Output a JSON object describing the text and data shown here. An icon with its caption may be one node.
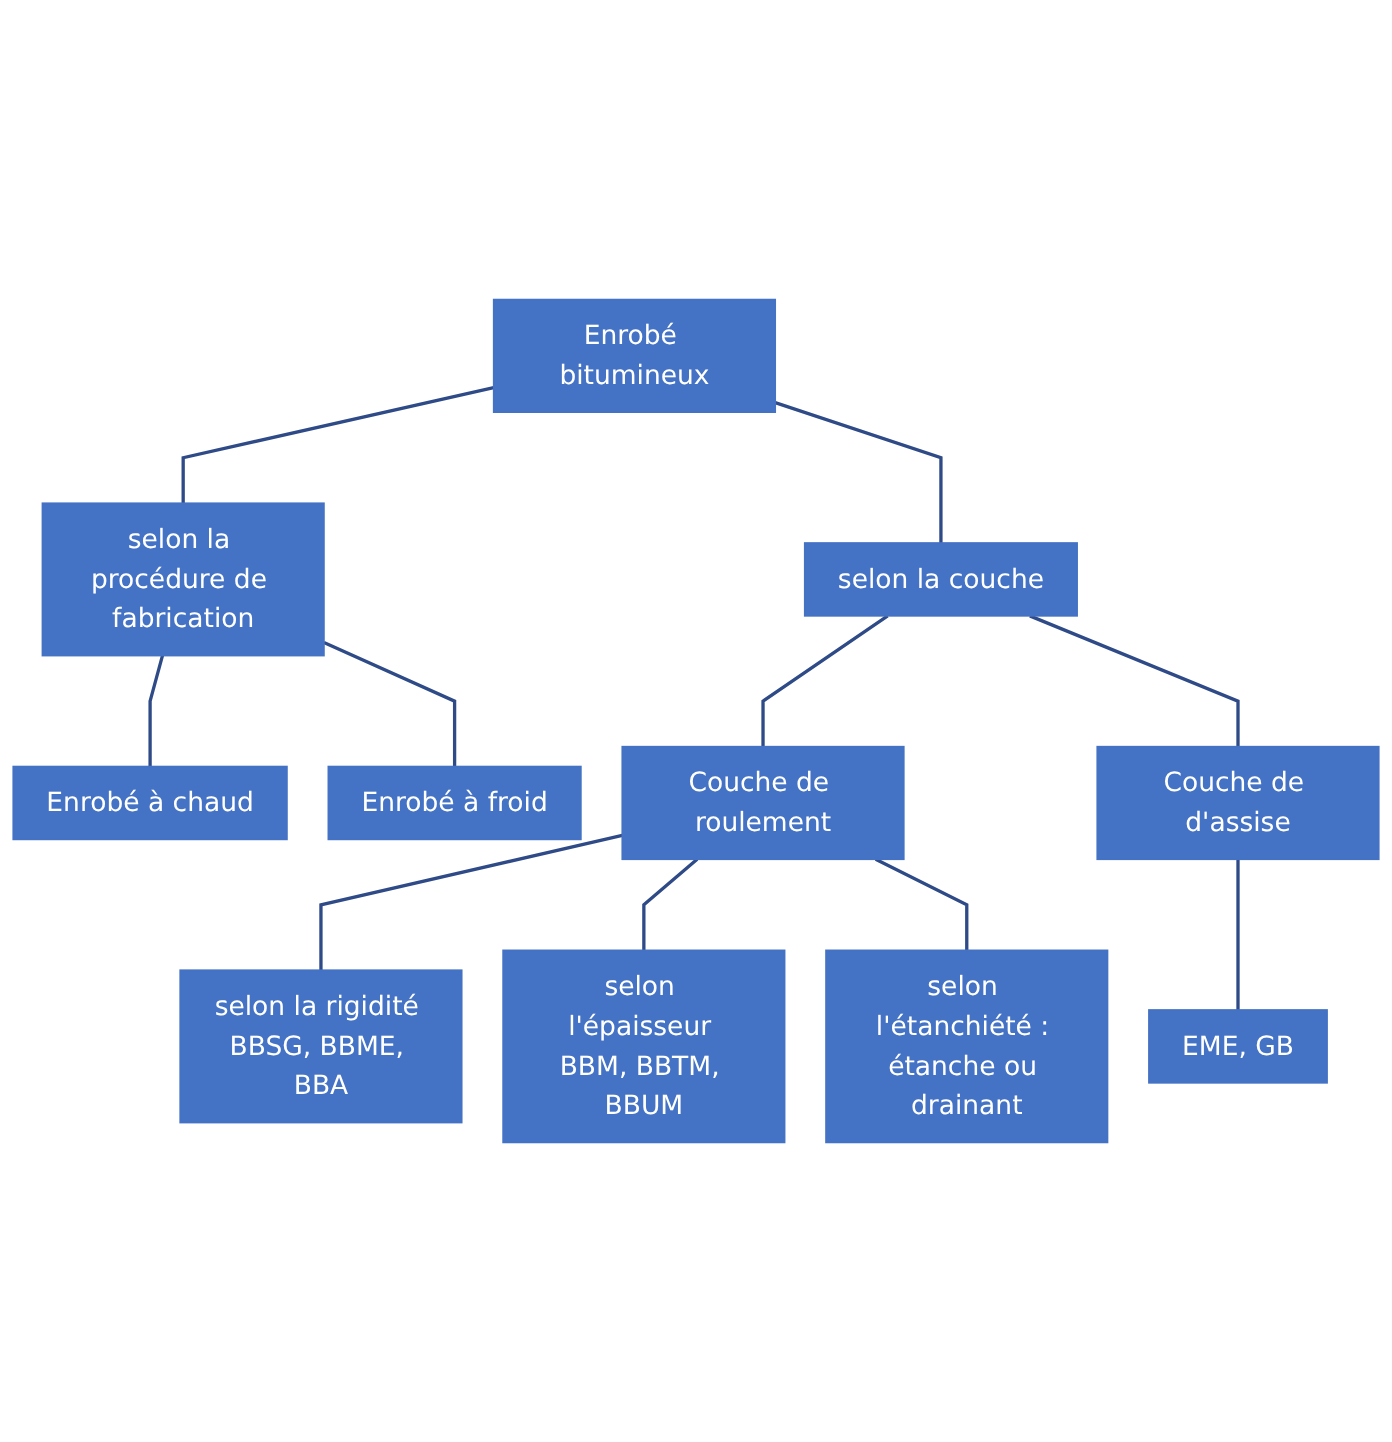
{
  "diagram": {
    "nodes": [
      {
        "text": [
          "Enrobé bitumineux"
        ]
      },
      {
        "text": [
          "selon la procédure de fabrication"
        ]
      },
      {
        "text": [
          "selon la couche"
        ]
      },
      {
        "text": [
          "Enrobé à chaud"
        ]
      },
      {
        "text": [
          "Enrobé à froid"
        ]
      },
      {
        "text": [
          "Couche de roulement"
        ]
      },
      {
        "text": [
          "Couche de d'assise"
        ]
      },
      {
        "text": [
          "selon la rigidité BBSG, BBME, BBA"
        ]
      },
      {
        "text": [
          "EME, GB"
        ]
      },
      {
        "text": [
          "selon l'épaisseur BBM, BBTM, BBUM"
        ]
      },
      {
        "text": [
          "selon l'étanchiété : étanche ou drainant"
        ]
      }
    ],
    "edges": [
      {
        "from": 0,
        "to": 1,
        "arrow": "none"
      },
      {
        "from": 0,
        "to": 2,
        "arrow": "none"
      },
      {
        "from": 1,
        "to": 3,
        "arrow": "none"
      },
      {
        "from": 1,
        "to": 4,
        "arrow": "none"
      },
      {
        "from": 2,
        "to": 5,
        "arrow": "none"
      },
      {
        "from": 2,
        "to": 6,
        "arrow": "none"
      },
      {
        "from": 5,
        "to": 7,
        "arrow": "none"
      },
      {
        "from": 5,
        "to": 9,
        "arrow": "none"
      },
      {
        "from": 5,
        "to": 10,
        "arrow": "none"
      },
      {
        "from": 6,
        "to": 8,
        "arrow": "none"
      }
    ]
  }
}
